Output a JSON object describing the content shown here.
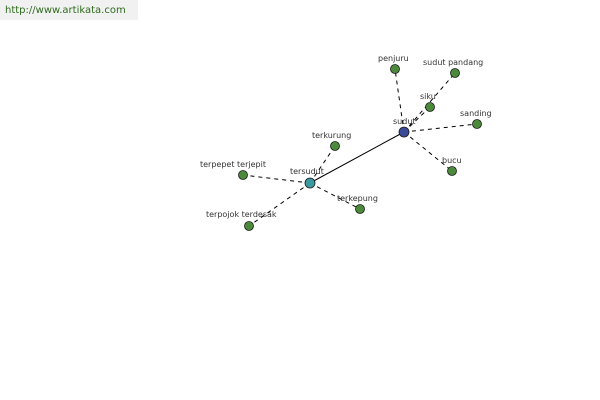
{
  "header": {
    "url": "http://www.artikata.com"
  },
  "colors": {
    "leaf": "#4a8a3a",
    "hub_primary": "#3a4a99",
    "hub_secondary": "#3a9aa0",
    "edge": "#000000",
    "banner_bg": "#f1f1f1",
    "url_text": "#2d6a1d"
  },
  "graph": {
    "nodes": [
      {
        "id": "sudut",
        "label": "sudut",
        "kind": "hub_primary"
      },
      {
        "id": "tersudut",
        "label": "tersudut",
        "kind": "hub_secondary"
      },
      {
        "id": "penjuru",
        "label": "penjuru",
        "kind": "leaf"
      },
      {
        "id": "sudut-pandang",
        "label": "sudut pandang",
        "kind": "leaf"
      },
      {
        "id": "siku",
        "label": "siku",
        "kind": "leaf"
      },
      {
        "id": "sanding",
        "label": "sanding",
        "kind": "leaf"
      },
      {
        "id": "bucu",
        "label": "bucu",
        "kind": "leaf"
      },
      {
        "id": "terkurung",
        "label": "terkurung",
        "kind": "leaf"
      },
      {
        "id": "terpepet-terjepit",
        "label": "terpepet terjepit",
        "kind": "leaf"
      },
      {
        "id": "terpojok-terdesak",
        "label": "terpojok terdesak",
        "kind": "leaf"
      },
      {
        "id": "terkepung",
        "label": "terkepung",
        "kind": "leaf"
      }
    ],
    "edges": [
      {
        "from": "sudut",
        "to": "tersudut",
        "style": "solid"
      },
      {
        "from": "sudut",
        "to": "penjuru",
        "style": "dashed"
      },
      {
        "from": "sudut",
        "to": "sudut-pandang",
        "style": "dashed"
      },
      {
        "from": "sudut",
        "to": "siku",
        "style": "dashed"
      },
      {
        "from": "sudut",
        "to": "sanding",
        "style": "dashed"
      },
      {
        "from": "sudut",
        "to": "bucu",
        "style": "dashed"
      },
      {
        "from": "tersudut",
        "to": "terkurung",
        "style": "dashed"
      },
      {
        "from": "tersudut",
        "to": "terpepet-terjepit",
        "style": "dashed"
      },
      {
        "from": "tersudut",
        "to": "terpojok-terdesak",
        "style": "dashed"
      },
      {
        "from": "tersudut",
        "to": "terkepung",
        "style": "dashed"
      }
    ]
  }
}
